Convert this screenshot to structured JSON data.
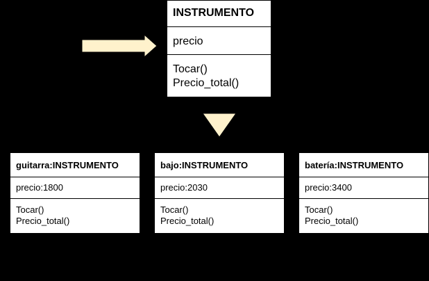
{
  "colors": {
    "background": "#000000",
    "box": "#ffffff",
    "arrow_fill": "#fff2cc"
  },
  "main_class": {
    "name": "INSTRUMENTO",
    "attribute": "precio",
    "operations": [
      "Tocar()",
      "Precio_total()"
    ]
  },
  "instances": [
    {
      "title": "guitarra:INSTRUMENTO",
      "attribute": "precio:1800",
      "operations": [
        "Tocar()",
        "Precio_total()"
      ]
    },
    {
      "title": "bajo:INSTRUMENTO",
      "attribute": "precio:2030",
      "operations": [
        "Tocar()",
        "Precio_total()"
      ]
    },
    {
      "title": "batería:INSTRUMENTO",
      "attribute": "precio:3400",
      "operations": [
        "Tocar()",
        "Precio_total()"
      ]
    }
  ]
}
